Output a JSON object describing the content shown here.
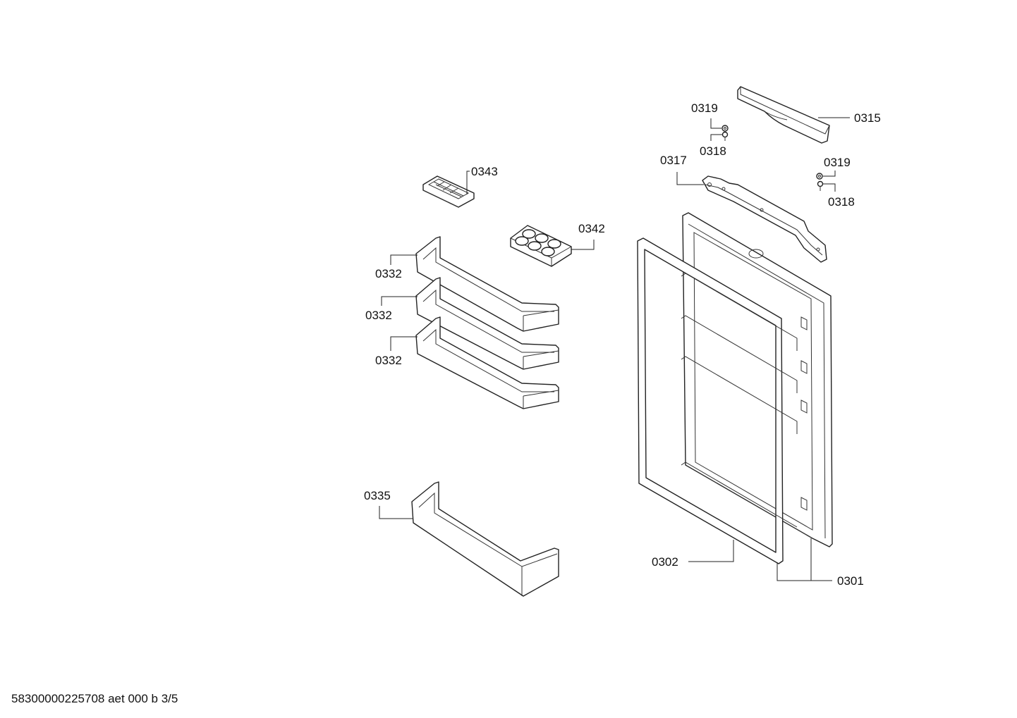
{
  "labels": {
    "p0315": "0315",
    "p0319a": "0319",
    "p0318a": "0318",
    "p0317": "0317",
    "p0319b": "0319",
    "p0318b": "0318",
    "p0343": "0343",
    "p0342": "0342",
    "p0332a": "0332",
    "p0332b": "0332",
    "p0332c": "0332",
    "p0335": "0335",
    "p0302": "0302",
    "p0301": "0301"
  },
  "footer": {
    "code": "58300000225708 aet 000 b 3/5"
  }
}
